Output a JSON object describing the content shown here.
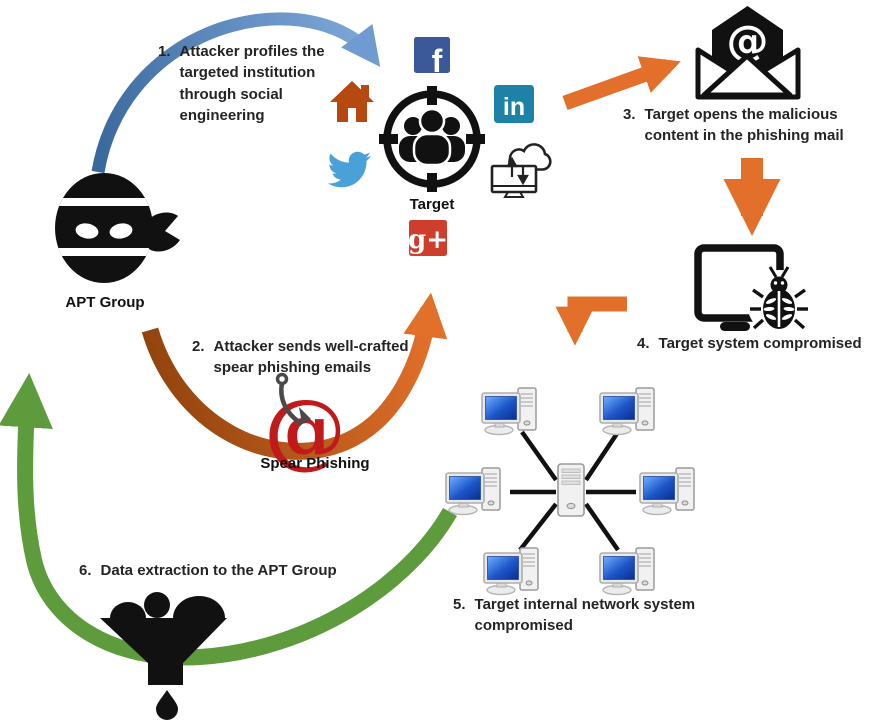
{
  "steps": [
    {
      "num": "1.",
      "text": "Attacker profiles the targeted institution through social engineering"
    },
    {
      "num": "2.",
      "text": "Attacker sends well-crafted spear phishing emails"
    },
    {
      "num": "3.",
      "text": "Target opens the malicious content in the phishing mail"
    },
    {
      "num": "4.",
      "text": "Target system compromised"
    },
    {
      "num": "5.",
      "text": "Target internal network system compromised"
    },
    {
      "num": "6.",
      "text": "Data extraction to the APT Group"
    }
  ],
  "labels": {
    "apt_group": "APT Group",
    "target": "Target",
    "spear_phishing": "Spear Phishing"
  },
  "icons": {
    "facebook": {
      "glyph": "f",
      "color": "#3b5998"
    },
    "linkedin": {
      "glyph": "in",
      "color": "#1d81a8"
    },
    "google_plus": {
      "glyph": "g+",
      "color": "#cf3e2d"
    },
    "home": {
      "color": "#b5490f"
    },
    "twitter": {
      "color": "#4aa1d8"
    },
    "spear_at": {
      "glyph": "@",
      "color": "#c01a1a"
    },
    "mail_at": {
      "glyph": "@",
      "color": "#ffffff"
    }
  },
  "arrows": {
    "blue": "#4f81bd",
    "orange": "#e2702a",
    "orange_dark": "#8f420c",
    "green": "#5d9b3c"
  }
}
